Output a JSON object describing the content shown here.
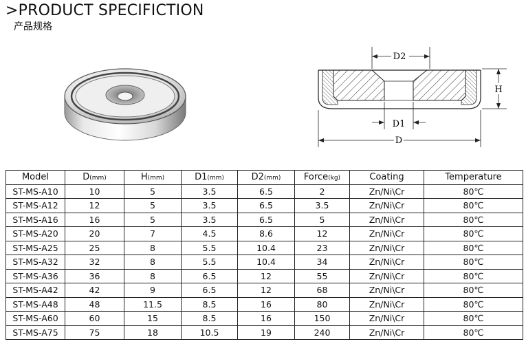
{
  "header": {
    "title": ">PRODUCT SPECIFICTION",
    "subtitle": "产品规格"
  },
  "drawing": {
    "label_d2": "D2",
    "label_d1": "D1",
    "label_d": "D",
    "label_h": "H"
  },
  "table": {
    "headers": [
      {
        "name": "Model",
        "unit": ""
      },
      {
        "name": "D",
        "unit": "(mm)"
      },
      {
        "name": "H",
        "unit": "(mm)"
      },
      {
        "name": "D1",
        "unit": "(mm)"
      },
      {
        "name": "D2",
        "unit": "(mm)"
      },
      {
        "name": "Force",
        "unit": "(kg)"
      },
      {
        "name": "Coating",
        "unit": ""
      },
      {
        "name": "Temperature",
        "unit": ""
      }
    ],
    "rows": [
      [
        "ST-MS-A10",
        "10",
        "5",
        "3.5",
        "6.5",
        "2",
        "Zn/Ni\\Cr",
        "80℃"
      ],
      [
        "ST-MS-A12",
        "12",
        "5",
        "3.5",
        "6.5",
        "3.5",
        "Zn/Ni\\Cr",
        "80℃"
      ],
      [
        "ST-MS-A16",
        "16",
        "5",
        "3.5",
        "6.5",
        "5",
        "Zn/Ni\\Cr",
        "80℃"
      ],
      [
        "ST-MS-A20",
        "20",
        "7",
        "4.5",
        "8.6",
        "12",
        "Zn/Ni\\Cr",
        "80℃"
      ],
      [
        "ST-MS-A25",
        "25",
        "8",
        "5.5",
        "10.4",
        "23",
        "Zn/Ni\\Cr",
        "80℃"
      ],
      [
        "ST-MS-A32",
        "32",
        "8",
        "5.5",
        "10.4",
        "34",
        "Zn/Ni\\Cr",
        "80℃"
      ],
      [
        "ST-MS-A36",
        "36",
        "8",
        "6.5",
        "12",
        "55",
        "Zn/Ni\\Cr",
        "80℃"
      ],
      [
        "ST-MS-A42",
        "42",
        "9",
        "6.5",
        "12",
        "68",
        "Zn/Ni\\Cr",
        "80℃"
      ],
      [
        "ST-MS-A48",
        "48",
        "11.5",
        "8.5",
        "16",
        "80",
        "Zn/Ni\\Cr",
        "80℃"
      ],
      [
        "ST-MS-A60",
        "60",
        "15",
        "8.5",
        "16",
        "150",
        "Zn/Ni\\Cr",
        "80℃"
      ],
      [
        "ST-MS-A75",
        "75",
        "18",
        "10.5",
        "19",
        "240",
        "Zn/Ni\\Cr",
        "80℃"
      ]
    ]
  }
}
